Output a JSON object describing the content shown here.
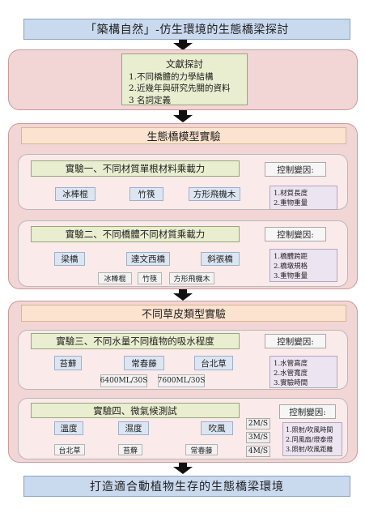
{
  "title": "「築構自然」-仿生環境的生態橋梁探討",
  "literature": {
    "heading": "文獻探討",
    "items": [
      "1.不同橋體的力學結構",
      "2.近幾年與研究先關的資料",
      "3 名詞定義"
    ]
  },
  "section1": {
    "heading": "生態橋模型實驗",
    "exp1": {
      "heading": "實驗一、不同材質單根材料乘載力",
      "items": [
        "冰棒棍",
        "竹筷",
        "方形飛機木"
      ],
      "control_heading": "控制變因:",
      "controls": [
        "1.材質長度",
        "2.重物重量"
      ]
    },
    "exp2": {
      "heading": "實驗二、不同橋體不同材質乘載力",
      "items": [
        "梁橋",
        "達文西橋",
        "斜張橋"
      ],
      "materials": [
        "冰棒棍",
        "竹筷",
        "方形飛機木"
      ],
      "control_heading": "控制變因:",
      "controls": [
        "1.橋體跨距",
        "2.橋墩規格",
        "3.重物重量"
      ]
    }
  },
  "section2": {
    "heading": "不同草皮類型實驗",
    "exp3": {
      "heading": "實驗三、不同水量不同植物的吸水程度",
      "items": [
        "苔蘚",
        "常春藤",
        "台北草"
      ],
      "flows": [
        "6400ML/30S",
        "7600ML/30S"
      ],
      "control_heading": "控制變因:",
      "controls": [
        "1.水管高度",
        "2.水管寬度",
        "3.實驗時間"
      ]
    },
    "exp4": {
      "heading": "實驗四、微氣候測試",
      "items": [
        "溫度",
        "濕度",
        "吹風"
      ],
      "plants": [
        "台北草",
        "苔蘚",
        "常春藤"
      ],
      "speeds": [
        "2M/S",
        "3M/S",
        "4M/S"
      ],
      "control_heading": "控制變因:",
      "controls": [
        "1.照射/吹風時間",
        "2.同風扇/燈泰燈",
        "3.照射/吹風距離"
      ]
    }
  },
  "conclusion": "打造適合動植物生存的生態橋梁環境",
  "colors": {
    "title_bg": "#c9d9ee",
    "panel_bg": "#f2d5d5",
    "inner_bg": "#fbeaea",
    "green_box": "#e8eecf",
    "section_head": "#fbe3cf",
    "item_bg": "#dce6f2",
    "control_bg": "#ece4f0"
  }
}
